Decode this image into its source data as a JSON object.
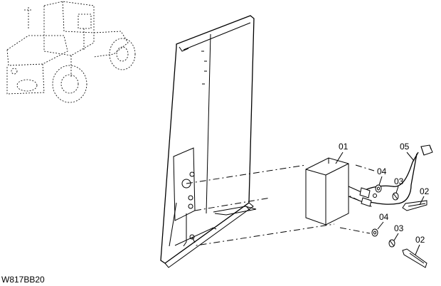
{
  "figure_code": "W817BB20",
  "callouts": {
    "c01": "01",
    "c05": "05",
    "c04a": "04",
    "c03a": "03",
    "c02a": "02",
    "c04b": "04",
    "c03b": "03",
    "c02b": "02"
  },
  "icons": [
    "wheel-loader-thumbnail",
    "cab-rear-panel",
    "control-unit",
    "wire-harness",
    "connector",
    "washer",
    "lock-washer",
    "bolt"
  ]
}
